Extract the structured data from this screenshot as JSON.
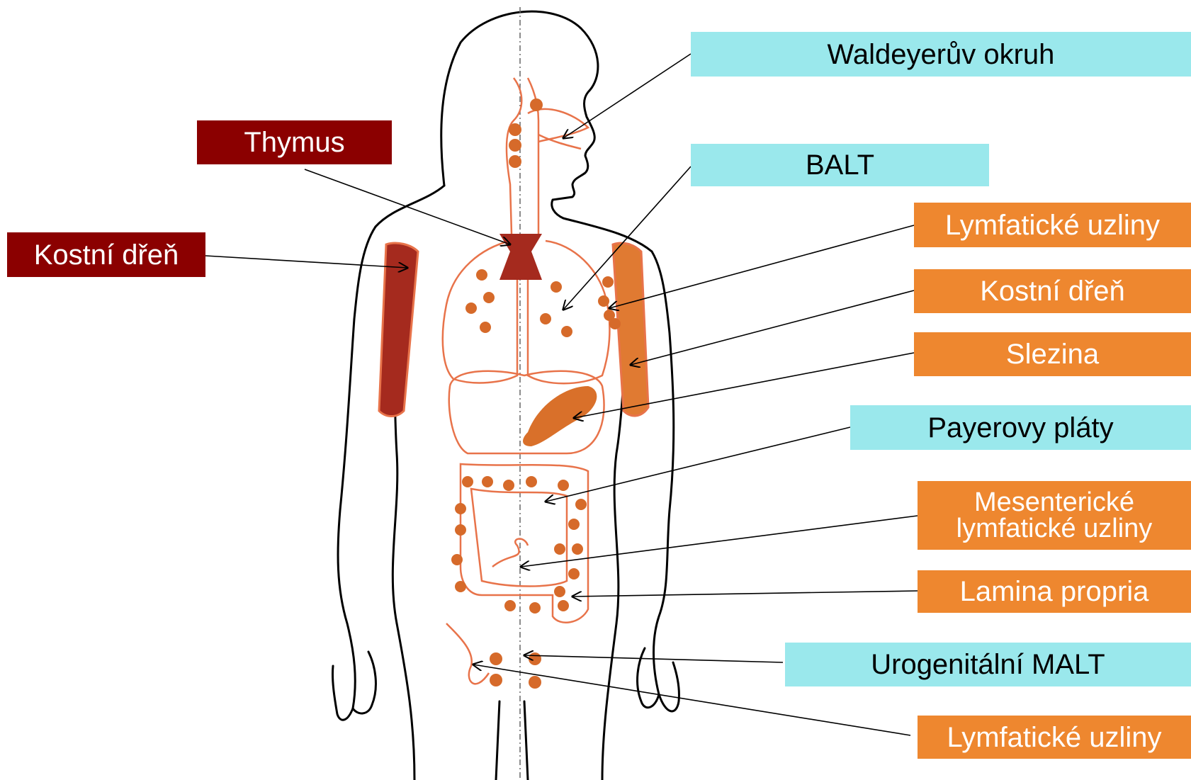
{
  "labels": {
    "waldeyer": "Waldeyerův okruh",
    "thymus": "Thymus",
    "balt": "BALT",
    "bone_marrow_left": "Kostní dřeň",
    "lymph_nodes_upper": "Lymfatické uzliny",
    "bone_marrow_right": "Kostní dřeň",
    "spleen": "Slezina",
    "peyer": "Payerovy pláty",
    "mesenteric_line1": "Mesenterické",
    "mesenteric_line2": "lymfatické uzliny",
    "lamina": "Lamina propria",
    "urogenital": "Urogenitální MALT",
    "lymph_nodes_lower": "Lymfatické uzliny"
  },
  "colors": {
    "primary_organ": "#8b0000",
    "secondary_organ": "#ee872f",
    "mucosal_tissue": "#9ae8ec",
    "organ_outline": "#e8734a",
    "lymph_node": "#d66a2a",
    "spleen": "#d9702a",
    "bone_marrow": "#a52a1e",
    "body_outline": "#000000"
  }
}
